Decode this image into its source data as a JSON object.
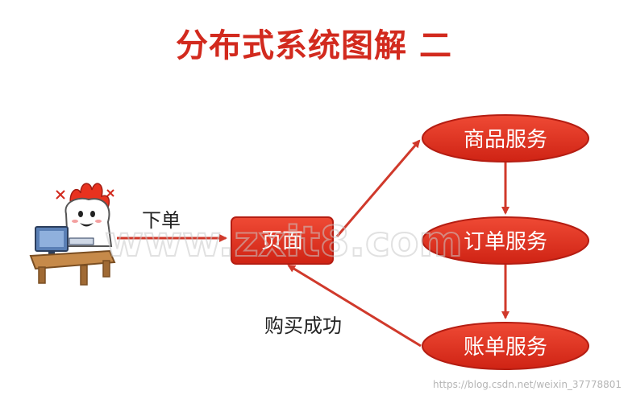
{
  "title": "分布式系统图解 二",
  "nodes": {
    "page": "页面",
    "product_service": "商品服务",
    "order_service": "订单服务",
    "billing_service": "账单服务"
  },
  "edges": {
    "place_order": "下单",
    "purchase_success": "购买成功"
  },
  "watermark": "www.zxit8.com",
  "credit": "https://blog.csdn.net/weixin_37778801",
  "colors": {
    "accent": "#d22a1e",
    "node_fill": "#e3321f",
    "arrow": "#d0392b"
  }
}
